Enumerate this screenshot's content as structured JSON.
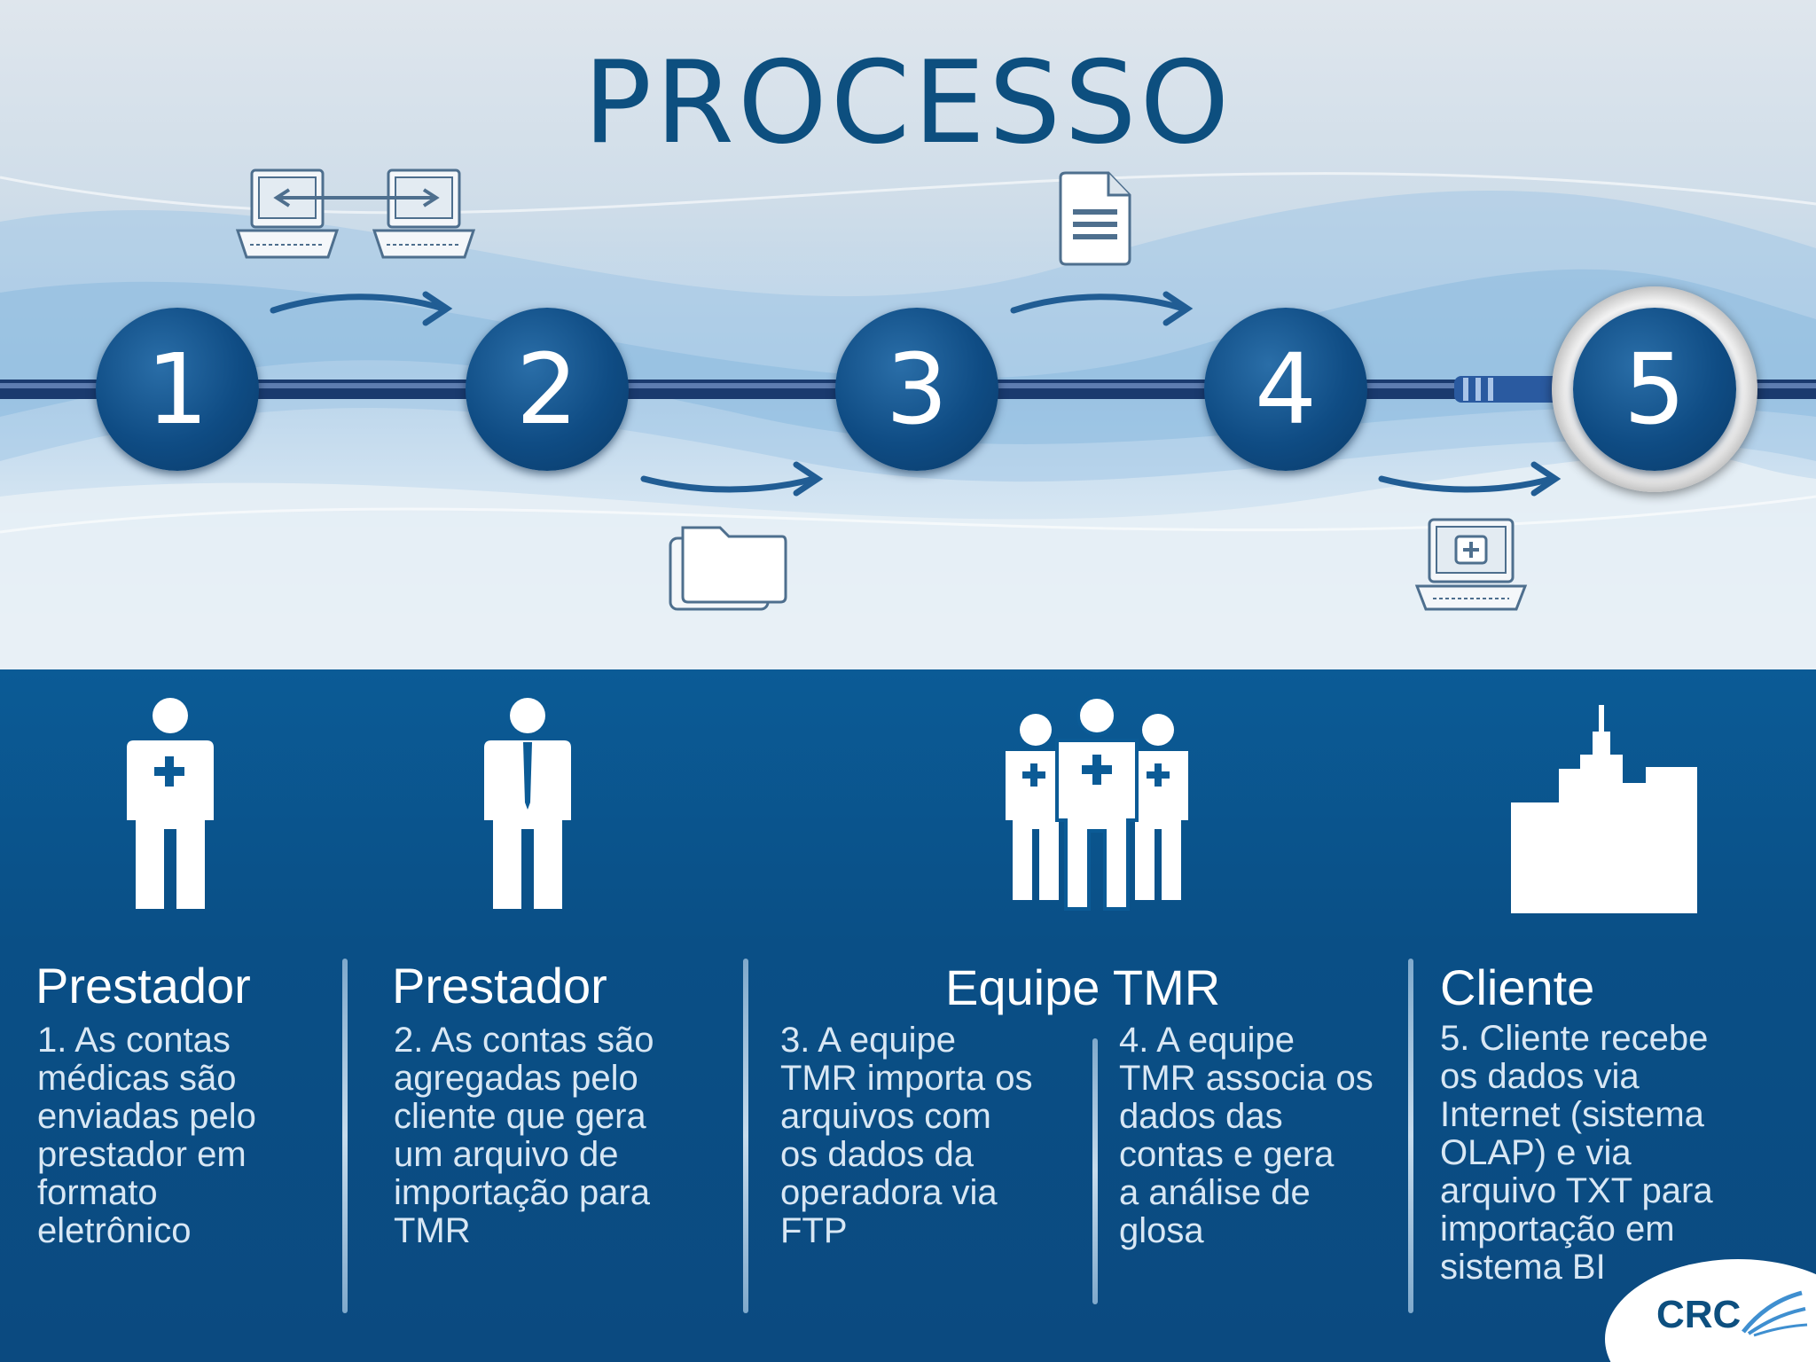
{
  "title": "PROCESSO",
  "steps": [
    {
      "number": "1"
    },
    {
      "number": "2"
    },
    {
      "number": "3"
    },
    {
      "number": "4"
    },
    {
      "number": "5"
    }
  ],
  "columns": [
    {
      "heading": "Prestador",
      "lines": [
        "1. As contas",
        "médicas são",
        "enviadas pelo",
        "prestador em",
        "formato",
        "eletrônico"
      ]
    },
    {
      "heading": "Prestador",
      "lines": [
        "2. As contas são",
        "agregadas pelo",
        "cliente que gera",
        "um arquivo de",
        "importação para",
        "TMR"
      ]
    },
    {
      "heading": "Equipe TMR",
      "lines": []
    },
    {
      "heading": "",
      "lines": [
        "3. A equipe",
        "TMR importa os",
        "arquivos com",
        "os dados da",
        "operadora via",
        "FTP"
      ]
    },
    {
      "heading": "",
      "lines": [
        "4. A equipe",
        "TMR associa os",
        "dados das",
        "contas e gera",
        "a análise de",
        "glosa"
      ]
    },
    {
      "heading": "Cliente",
      "lines": [
        "5. Cliente recebe",
        "os dados via",
        "Internet (sistema",
        "OLAP) e via",
        "arquivo TXT para",
        "importação em",
        "sistema BI"
      ]
    }
  ],
  "logo": {
    "text": "CRC"
  },
  "colors": {
    "accent": "#0d4f7f",
    "panel": "#0a4f86",
    "circle": "#0f4c84"
  }
}
